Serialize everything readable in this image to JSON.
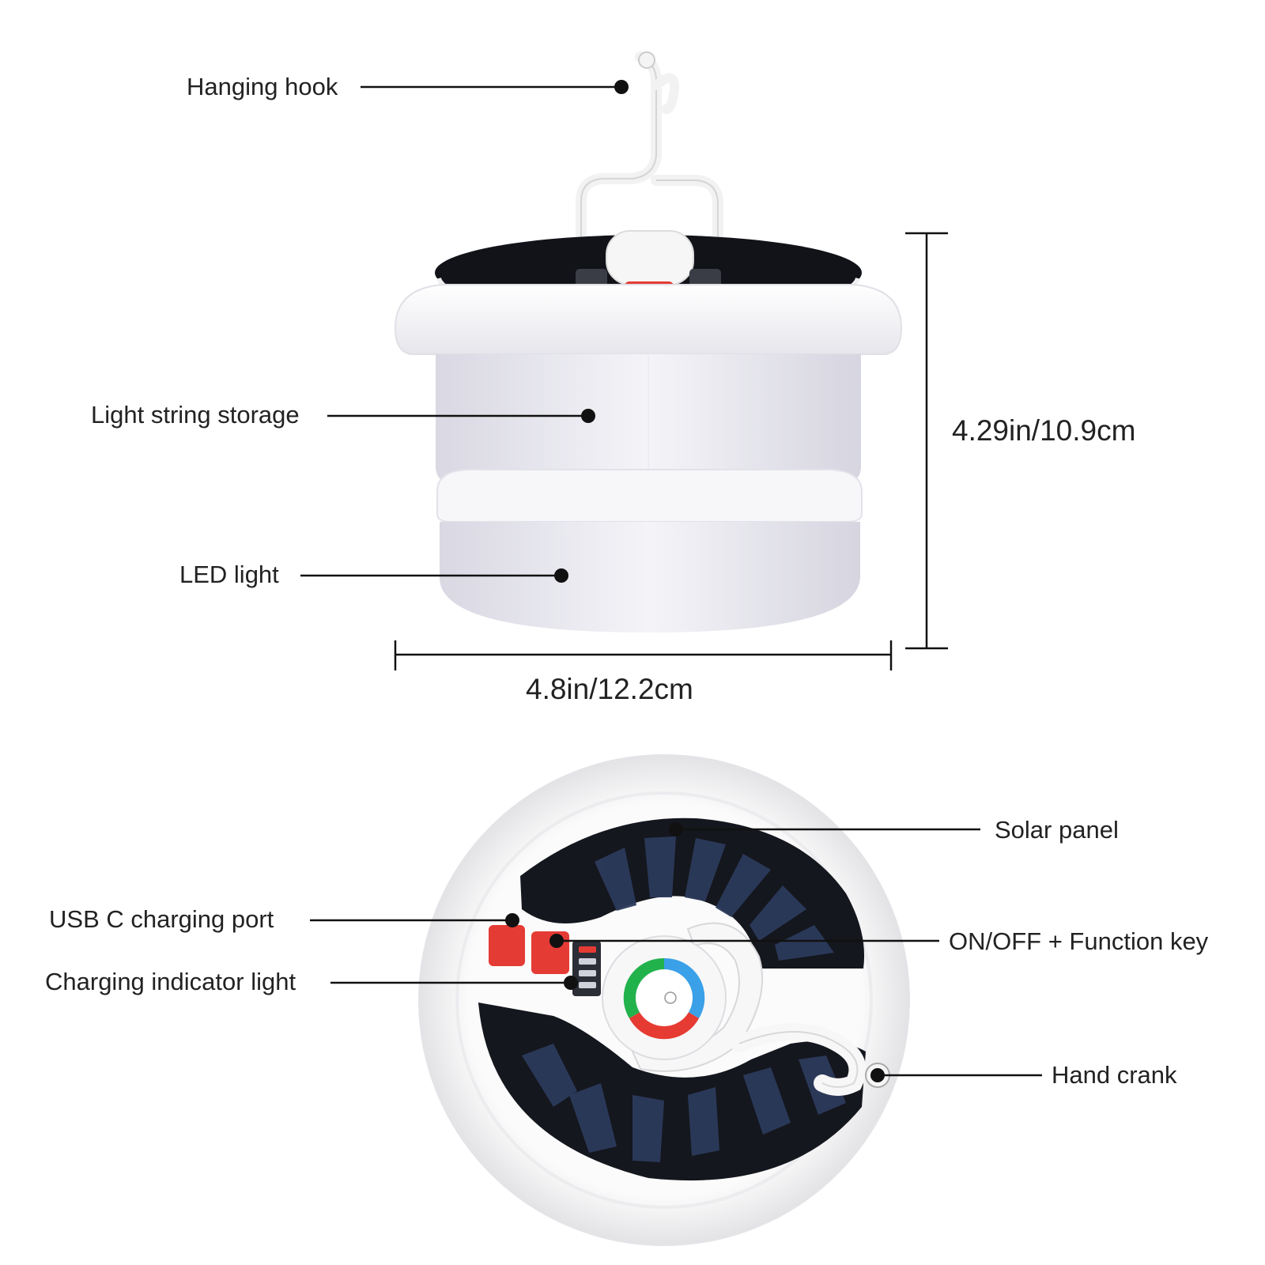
{
  "top_view_labels": {
    "hanging_hook": "Hanging hook",
    "light_string_storage": "Light string storage",
    "led_light": "LED light"
  },
  "dimensions": {
    "height": "4.29in/10.9cm",
    "width": "4.8in/12.2cm"
  },
  "bottom_view_labels": {
    "solar_panel": "Solar panel",
    "usb_c_port": "USB C charging port",
    "on_off_key": "ON/OFF + Function key",
    "charging_indicator": "Charging indicator light",
    "hand_crank": "Hand crank"
  },
  "colors": {
    "body": "#f6f6f8",
    "diffuser": "#e7e6ef",
    "solar": "#15171e",
    "cells": "#2c3a5c",
    "accent_red": "#e53b35",
    "ring_green": "#22b24c",
    "ring_blue": "#3aa0e8",
    "ring_red": "#e63b32"
  }
}
